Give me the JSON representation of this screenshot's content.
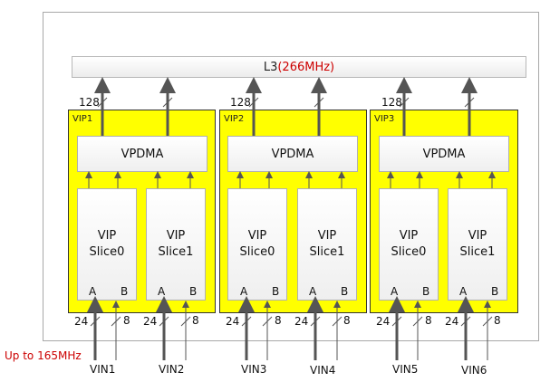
{
  "l3": {
    "label": "L3",
    "freq": "(266MHz)"
  },
  "bus_width_top": "128",
  "vips": [
    {
      "label": "VIP1",
      "dma": "VPDMA",
      "slices": [
        {
          "line1": "VIP",
          "line2": "Slice0"
        },
        {
          "line1": "VIP",
          "line2": "Slice1"
        }
      ],
      "port_a": "A",
      "port_b": "B",
      "width_a": "24",
      "width_b": "8",
      "inputs": [
        "VIN1",
        "VIN2"
      ]
    },
    {
      "label": "VIP2",
      "dma": "VPDMA",
      "slices": [
        {
          "line1": "VIP",
          "line2": "Slice0"
        },
        {
          "line1": "VIP",
          "line2": "Slice1"
        }
      ],
      "port_a": "A",
      "port_b": "B",
      "width_a": "24",
      "width_b": "8",
      "inputs": [
        "VIN3",
        "VIN4"
      ]
    },
    {
      "label": "VIP3",
      "dma": "VPDMA",
      "slices": [
        {
          "line1": "VIP",
          "line2": "Slice0"
        },
        {
          "line1": "VIP",
          "line2": "Slice1"
        }
      ],
      "port_a": "A",
      "port_b": "B",
      "width_a": "24",
      "width_b": "8",
      "inputs": [
        "VIN5",
        "VIN6"
      ]
    }
  ],
  "input_freq": "Up to 165MHz",
  "colors": {
    "vip_fill": "#ffff00",
    "freq_text": "#cc0000",
    "arrow": "#555555"
  }
}
